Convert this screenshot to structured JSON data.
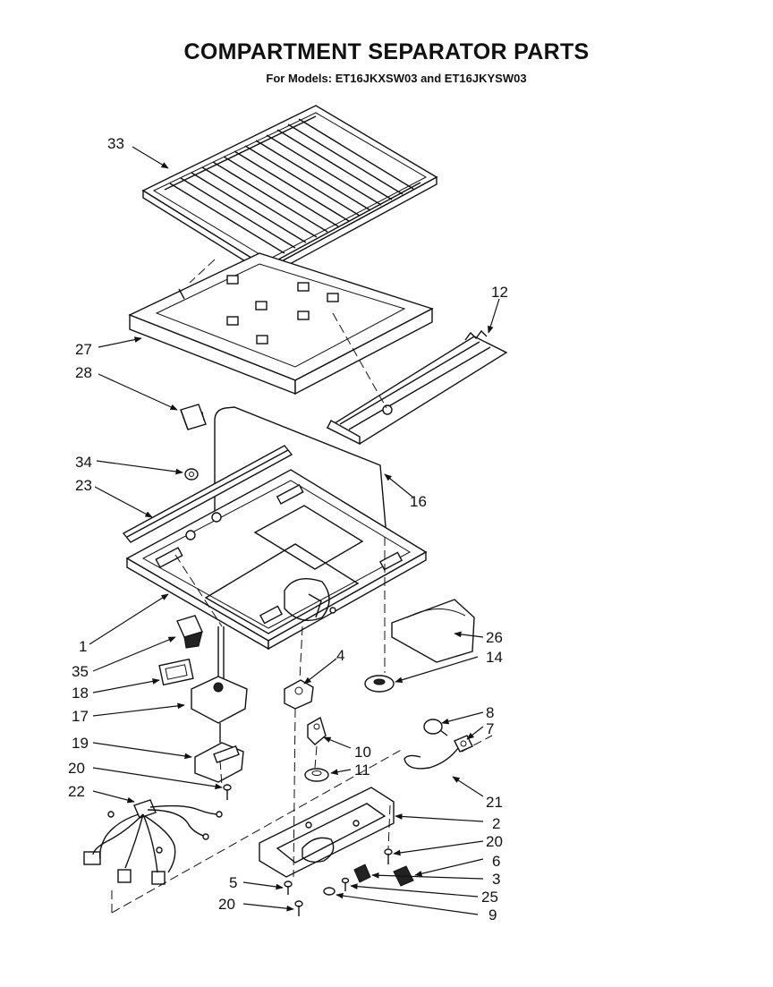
{
  "header": {
    "title": "COMPARTMENT SEPARATOR PARTS",
    "subtitle": "For Models: ET16JKXSW03 and ET16JKYSW03"
  },
  "callouts": {
    "c33": "33",
    "c12": "12",
    "c27": "27",
    "c28": "28",
    "c34": "34",
    "c23": "23",
    "c16": "16",
    "c1": "1",
    "c26": "26",
    "c35": "35",
    "c4": "4",
    "c14": "14",
    "c18": "18",
    "c17": "17",
    "c8": "8",
    "c7": "7",
    "c10": "10",
    "c19": "19",
    "c11": "11",
    "c20a": "20",
    "c21": "21",
    "c22": "22",
    "c2": "2",
    "c20b": "20",
    "c6": "6",
    "c3": "3",
    "c5": "5",
    "c25": "25",
    "c20c": "20",
    "c9": "9"
  }
}
